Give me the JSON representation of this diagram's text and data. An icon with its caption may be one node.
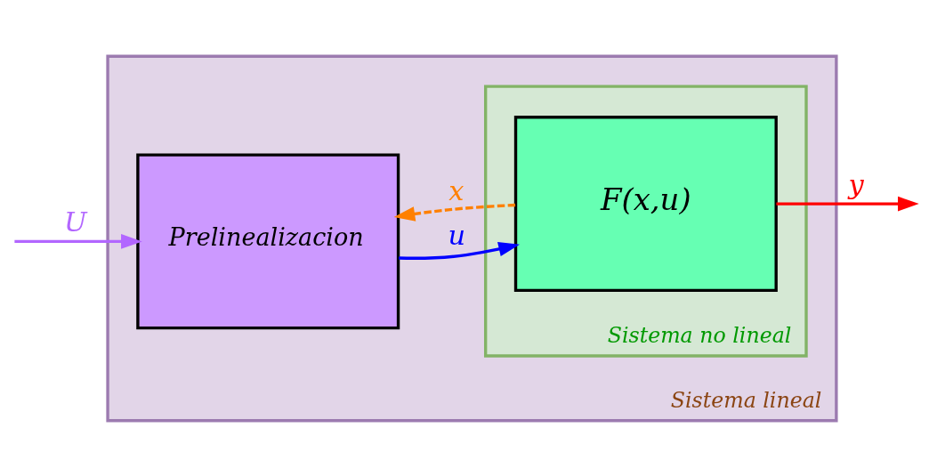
{
  "diagram": {
    "nodes": [
      {
        "text": [
          "Sistema lineal"
        ]
      },
      {
        "text": [
          "Prelinealizacion"
        ],
        "in": 0
      },
      {
        "text": [
          "Sistema no lineal"
        ],
        "in": 0
      },
      {
        "text": [
          "F(x,u)"
        ],
        "in": 2
      }
    ],
    "edges": [
      {
        "from": null,
        "to": 1,
        "arrow": "to",
        "label": "U",
        "color": "#b266ff"
      },
      {
        "from": 1,
        "to": 3,
        "arrow": "to",
        "label": "u",
        "color": "#0000ff"
      },
      {
        "from": 3,
        "to": null,
        "arrow": "to",
        "label": "y",
        "color": "#ff0000"
      },
      {
        "from": 3,
        "to": 1,
        "arrow": "to",
        "label": "x",
        "style": "dashed",
        "color": "#ff8000"
      }
    ]
  }
}
